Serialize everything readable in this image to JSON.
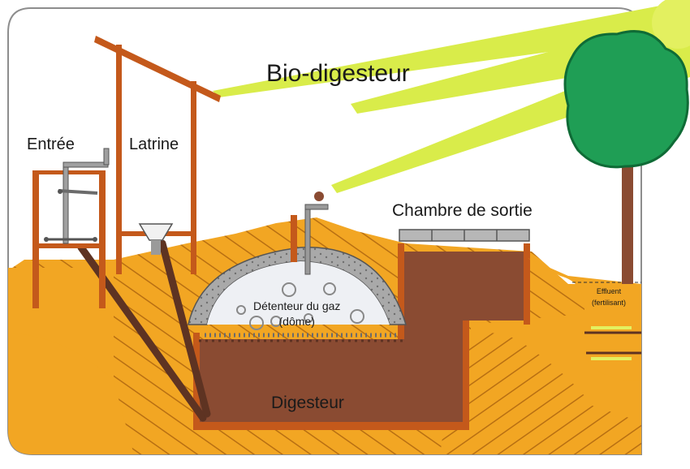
{
  "title": "Bio-digesteur",
  "labels": {
    "entree": "Entrée",
    "latrine": "Latrine",
    "chambre_sortie": "Chambre de sortie",
    "detenteur_line1": "Détenteur du gaz",
    "detenteur_line2": "(dôme)",
    "digesteur": "Digesteur",
    "effluent_line1": "Effluent",
    "effluent_line2": "(fertilisant)"
  },
  "colors": {
    "sun_rays": "#d9ec4a",
    "ground": "#f2a623",
    "ground_hatch": "#b86f12",
    "slurry": "#8a4b32",
    "frame": "#c4591b",
    "gas_dome": "#eef0f4",
    "dome_shell": "#a9a9a9",
    "tree_canopy": "#1f9e55",
    "tree_trunk": "#8a4b32",
    "outline": "#3a3a3a"
  },
  "icons": [
    "sun-icon",
    "tree-icon",
    "gas-valve-icon",
    "latrine-structure",
    "inlet-basin"
  ]
}
